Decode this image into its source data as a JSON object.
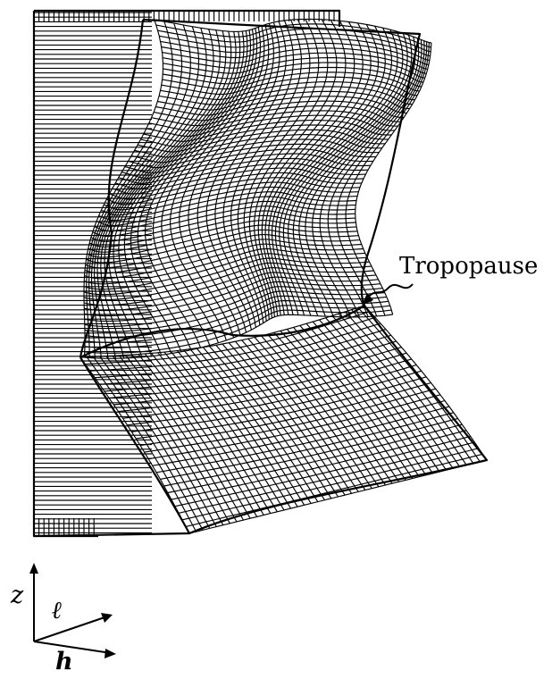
{
  "annotation": {
    "label": "Tropopause"
  },
  "axes": {
    "vertical_label": "z",
    "depth_label": "ℓ",
    "horizontal_label": "h"
  },
  "colors": {
    "ink": "#000000",
    "background": "#ffffff"
  }
}
